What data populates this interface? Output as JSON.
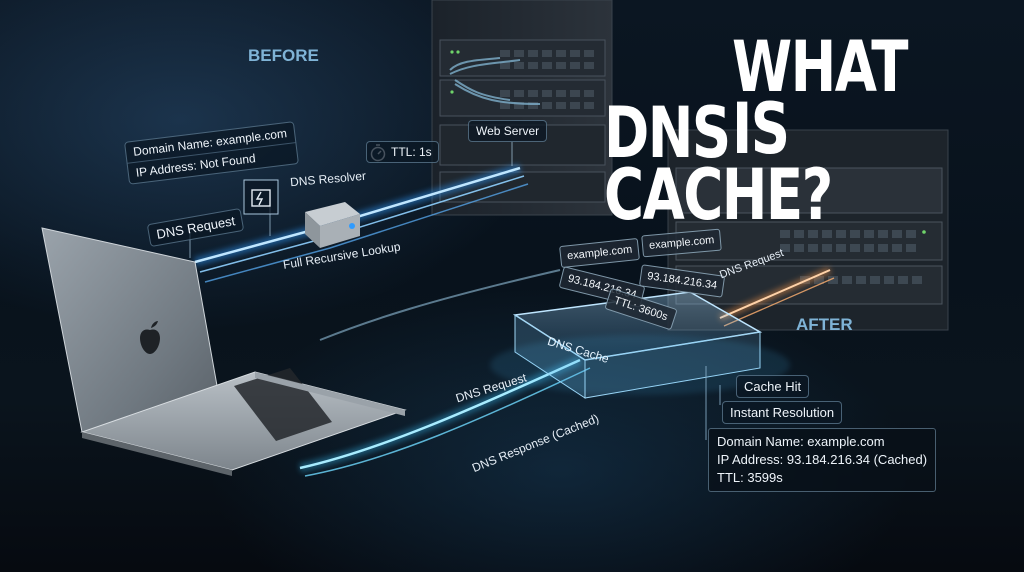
{
  "title": {
    "line1": "WHAT IS",
    "line2": "DNS CACHE?"
  },
  "sections": {
    "before": "BEFORE",
    "after": "AFTER"
  },
  "before": {
    "domain_name": "Domain Name: example.com",
    "ip_address": "IP Address: Not Found",
    "dns_resolver": "DNS Resolver",
    "ttl": "TTL: 1s",
    "web_server": "Web Server",
    "dns_request": "DNS Request",
    "full_lookup": "Full Recursive Lookup"
  },
  "after": {
    "cache_label": "DNS Cache",
    "card_domain_1": "example.com",
    "card_domain_2": "example.com",
    "card_ip_1": "93.184.216.34",
    "card_ip_2": "93.184.216.34",
    "card_ttl": "TTL: 3600s",
    "dns_request_server": "DNS Request",
    "cache_hit": "Cache Hit",
    "instant_resolution": "Instant Resolution",
    "dns_request_laptop": "DNS Request",
    "dns_response": "DNS Response (Cached)",
    "result_domain": "Domain Name: example.com",
    "result_ip": "IP Address: 93.184.216.34 (Cached)",
    "result_ttl": "TTL: 3599s"
  },
  "colors": {
    "accent_blue": "#4fc3ff",
    "accent_orange": "#ff9a4a",
    "label_blue": "#7fb3d6"
  },
  "icons": [
    "apple-logo-icon",
    "stopwatch-icon",
    "resolver-device-icon"
  ]
}
